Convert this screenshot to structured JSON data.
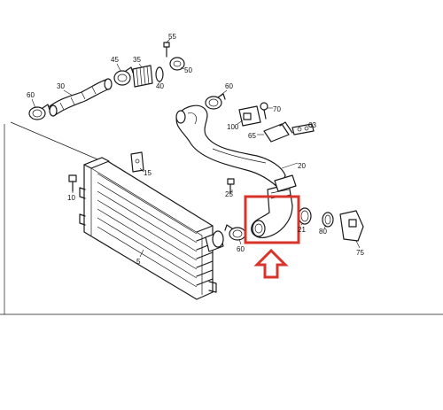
{
  "diagram": {
    "labels": {
      "p5": "5",
      "p10": "10",
      "p15": "15",
      "p20": "20",
      "p21": "21",
      "p25": "25",
      "p30": "30",
      "p35": "35",
      "p40": "40",
      "p45": "45",
      "p50": "50",
      "p55": "55",
      "p60a": "60",
      "p60b": "60",
      "p60c": "60",
      "p63": "63",
      "p65": "65",
      "p70": "70",
      "p75": "75",
      "p80": "80",
      "p100": "100"
    },
    "colors": {
      "line": "#1a1a1a",
      "highlight": "#d9342b",
      "background": "#ffffff"
    },
    "highlight": {
      "target_part": "21",
      "icon": "up-arrow-icon"
    }
  }
}
